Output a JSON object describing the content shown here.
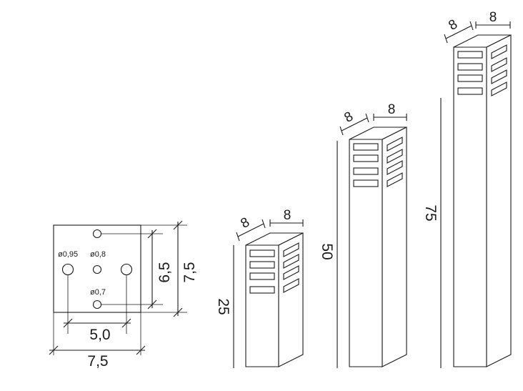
{
  "plate": {
    "side": "7,5",
    "spacing_vertical": "6,5",
    "spacing_horizontal": "5,0",
    "holes": {
      "large": "ø0,95",
      "center": "ø0,8",
      "small": "ø0,7"
    }
  },
  "columns": [
    {
      "height": "25",
      "depth": "8",
      "width": "8"
    },
    {
      "height": "50",
      "depth": "8",
      "width": "8"
    },
    {
      "height": "75",
      "depth": "8",
      "width": "8"
    }
  ],
  "colors": {
    "line": "#1a1a1a",
    "background": "#ffffff"
  }
}
